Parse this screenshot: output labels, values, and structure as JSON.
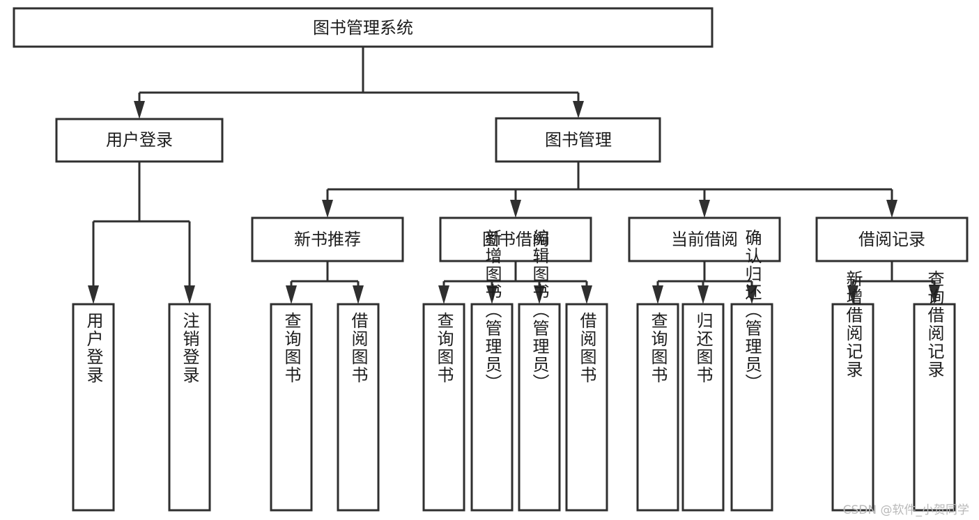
{
  "diagram": {
    "type": "tree",
    "title": "图书管理系统",
    "orientation": "top-down",
    "watermark": "CSDN @软件_小贺同学",
    "colors": {
      "stroke": "#2f2f2f",
      "fill": "#ffffff",
      "text": "#1c1c1c",
      "watermark": "#b9b9b9"
    },
    "levels": {
      "root": {
        "label": "图书管理系统"
      },
      "level2": [
        {
          "label": "用户登录"
        },
        {
          "label": "图书管理"
        }
      ],
      "level3": [
        {
          "label": "新书推荐"
        },
        {
          "label": "图书借阅"
        },
        {
          "label": "当前借阅"
        },
        {
          "label": "借阅记录"
        }
      ],
      "leaves": {
        "user_login": [
          {
            "label": "用户登录"
          },
          {
            "label": "注销登录"
          }
        ],
        "new_book": [
          {
            "label": "查询图书"
          },
          {
            "label": "借阅图书"
          }
        ],
        "book_borrow": [
          {
            "label": "查询图书"
          },
          {
            "label": "新增图书（管理员）"
          },
          {
            "label": "编辑图书（管理员）"
          },
          {
            "label": "借阅图书"
          }
        ],
        "current_borrow": [
          {
            "label": "查询图书"
          },
          {
            "label": "归还图书"
          },
          {
            "label": "确认归还（管理员）"
          }
        ],
        "borrow_record": [
          {
            "label": "新增借阅记录"
          },
          {
            "label": "查询借阅记录"
          }
        ]
      }
    }
  }
}
